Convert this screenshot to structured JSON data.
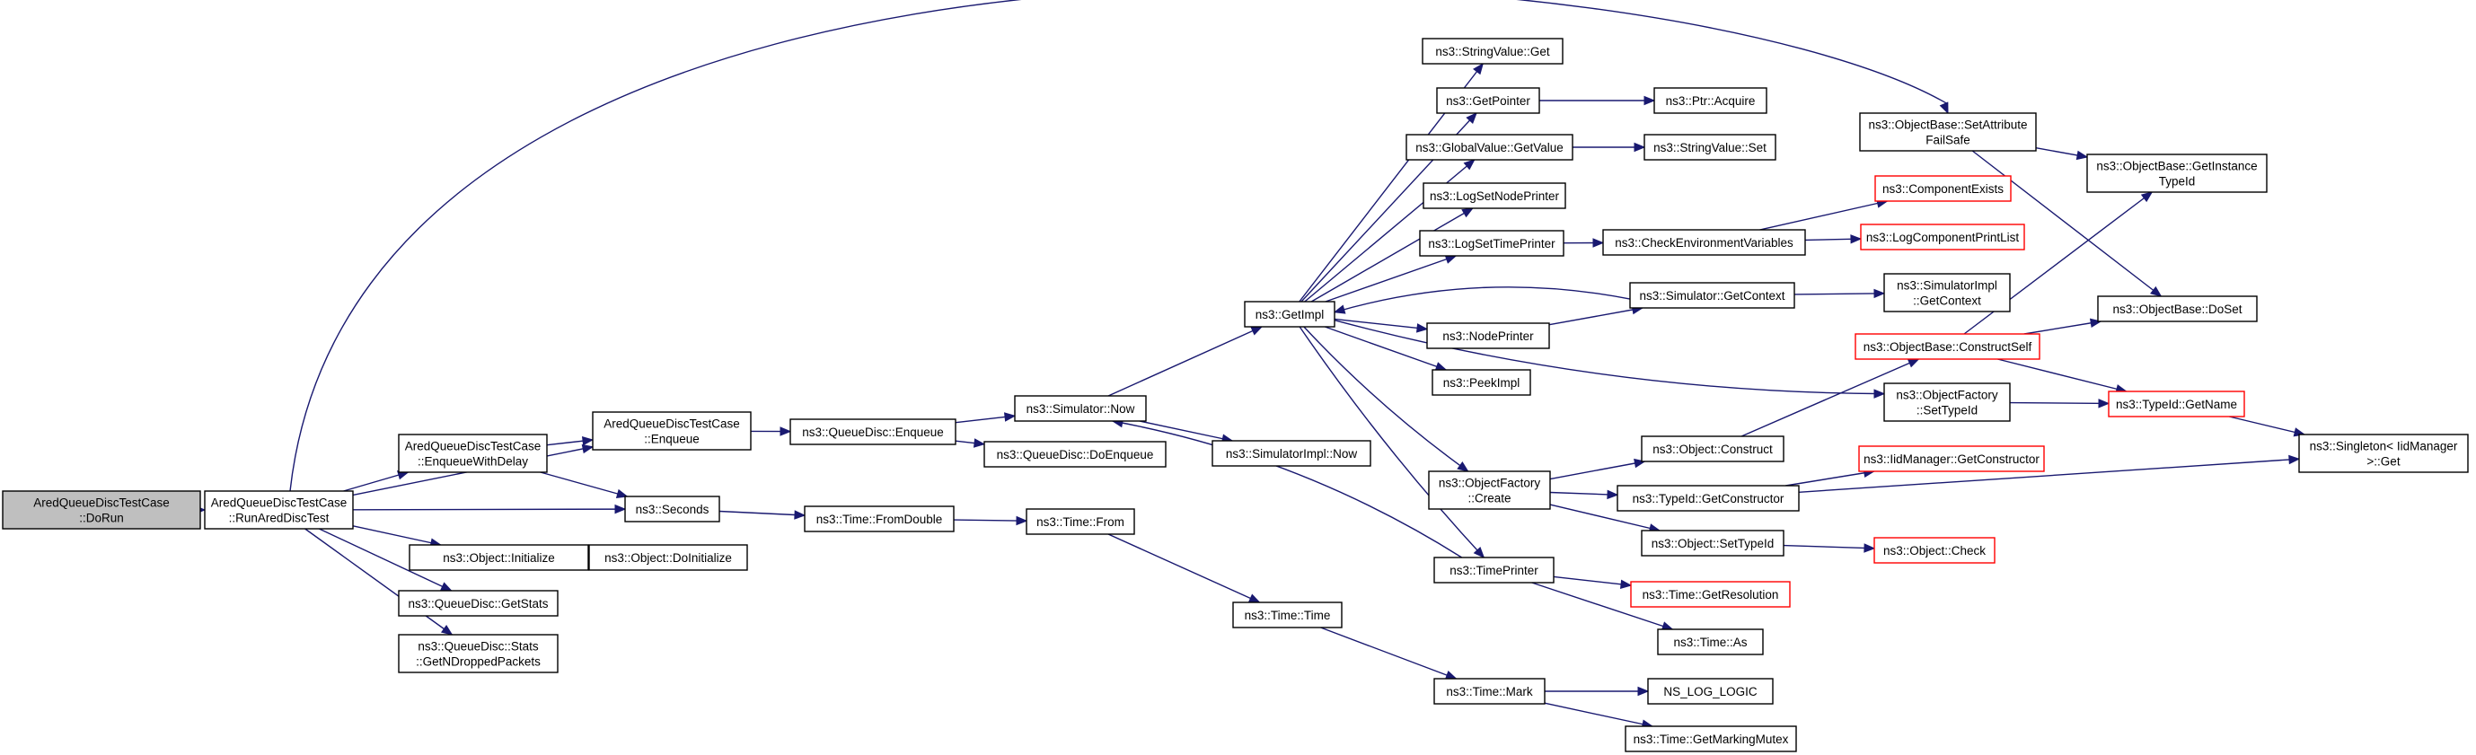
{
  "colors": {
    "edge": "#191970",
    "node_border": "#000000",
    "node_border_external": "#ff0000",
    "root_fill": "#bfbfbf",
    "node_fill": "#ffffff"
  },
  "nodes": [
    {
      "id": "n0",
      "lines": [
        "AredQueueDiscTestCase",
        "::DoRun"
      ],
      "style": "root"
    },
    {
      "id": "n1",
      "lines": [
        "AredQueueDiscTestCase",
        "::RunAredDiscTest"
      ],
      "style": "normal"
    },
    {
      "id": "n2",
      "lines": [
        "AredQueueDiscTestCase",
        "::EnqueueWithDelay"
      ],
      "style": "normal"
    },
    {
      "id": "n3",
      "lines": [
        "AredQueueDiscTestCase",
        "::Enqueue"
      ],
      "style": "normal"
    },
    {
      "id": "n4",
      "lines": [
        "ns3::Seconds"
      ],
      "style": "normal"
    },
    {
      "id": "n5",
      "lines": [
        "ns3::Object::Initialize"
      ],
      "style": "normal"
    },
    {
      "id": "n6",
      "lines": [
        "ns3::QueueDisc::GetStats"
      ],
      "style": "normal"
    },
    {
      "id": "n7",
      "lines": [
        "ns3::QueueDisc::Stats",
        "::GetNDroppedPackets"
      ],
      "style": "normal"
    },
    {
      "id": "n8",
      "lines": [
        "ns3::Object::DoInitialize"
      ],
      "style": "normal"
    },
    {
      "id": "n9",
      "lines": [
        "ns3::QueueDisc::Enqueue"
      ],
      "style": "normal"
    },
    {
      "id": "n10",
      "lines": [
        "ns3::Time::FromDouble"
      ],
      "style": "normal"
    },
    {
      "id": "n11",
      "lines": [
        "ns3::Simulator::Now"
      ],
      "style": "normal"
    },
    {
      "id": "n12",
      "lines": [
        "ns3::QueueDisc::DoEnqueue"
      ],
      "style": "normal"
    },
    {
      "id": "n13",
      "lines": [
        "ns3::Time::From"
      ],
      "style": "normal"
    },
    {
      "id": "n14",
      "lines": [
        "ns3::GetImpl"
      ],
      "style": "normal"
    },
    {
      "id": "n15",
      "lines": [
        "ns3::SimulatorImpl::Now"
      ],
      "style": "normal"
    },
    {
      "id": "n16",
      "lines": [
        "ns3::Time::Time"
      ],
      "style": "normal"
    },
    {
      "id": "n17",
      "lines": [
        "ns3::StringValue::Get"
      ],
      "style": "normal"
    },
    {
      "id": "n18",
      "lines": [
        "ns3::GetPointer"
      ],
      "style": "normal"
    },
    {
      "id": "n19",
      "lines": [
        "ns3::GlobalValue::GetValue"
      ],
      "style": "normal"
    },
    {
      "id": "n20",
      "lines": [
        "ns3::LogSetNodePrinter"
      ],
      "style": "normal"
    },
    {
      "id": "n21",
      "lines": [
        "ns3::LogSetTimePrinter"
      ],
      "style": "normal"
    },
    {
      "id": "n22",
      "lines": [
        "ns3::NodePrinter"
      ],
      "style": "normal"
    },
    {
      "id": "n23",
      "lines": [
        "ns3::PeekImpl"
      ],
      "style": "normal"
    },
    {
      "id": "n24",
      "lines": [
        "ns3::ObjectFactory",
        "::Create"
      ],
      "style": "normal"
    },
    {
      "id": "n25",
      "lines": [
        "ns3::TimePrinter"
      ],
      "style": "normal"
    },
    {
      "id": "n26",
      "lines": [
        "ns3::Time::Mark"
      ],
      "style": "normal"
    },
    {
      "id": "n27",
      "lines": [
        "ns3::Ptr::Acquire"
      ],
      "style": "normal"
    },
    {
      "id": "n28",
      "lines": [
        "ns3::StringValue::Set"
      ],
      "style": "normal"
    },
    {
      "id": "n29",
      "lines": [
        "ns3::CheckEnvironmentVariables"
      ],
      "style": "normal"
    },
    {
      "id": "n30",
      "lines": [
        "ns3::Simulator::GetContext"
      ],
      "style": "normal"
    },
    {
      "id": "n31",
      "lines": [
        "ns3::Object::Construct"
      ],
      "style": "normal"
    },
    {
      "id": "n32",
      "lines": [
        "ns3::TypeId::GetConstructor"
      ],
      "style": "normal"
    },
    {
      "id": "n33",
      "lines": [
        "ns3::Object::SetTypeId"
      ],
      "style": "normal"
    },
    {
      "id": "n34",
      "lines": [
        "ns3::Time::GetResolution"
      ],
      "style": "external"
    },
    {
      "id": "n35",
      "lines": [
        "ns3::Time::As"
      ],
      "style": "normal"
    },
    {
      "id": "n36",
      "lines": [
        "NS_LOG_LOGIC"
      ],
      "style": "normal"
    },
    {
      "id": "n37",
      "lines": [
        "ns3::Time::GetMarkingMutex"
      ],
      "style": "normal"
    },
    {
      "id": "n38",
      "lines": [
        "ns3::ObjectBase::SetAttribute",
        "FailSafe"
      ],
      "style": "normal"
    },
    {
      "id": "n39",
      "lines": [
        "ns3::ComponentExists"
      ],
      "style": "external"
    },
    {
      "id": "n40",
      "lines": [
        "ns3::LogComponentPrintList"
      ],
      "style": "external"
    },
    {
      "id": "n41",
      "lines": [
        "ns3::SimulatorImpl",
        "::GetContext"
      ],
      "style": "normal"
    },
    {
      "id": "n42",
      "lines": [
        "ns3::ObjectBase::ConstructSelf"
      ],
      "style": "external"
    },
    {
      "id": "n43",
      "lines": [
        "ns3::ObjectFactory",
        "::SetTypeId"
      ],
      "style": "normal"
    },
    {
      "id": "n44",
      "lines": [
        "ns3::IidManager::GetConstructor"
      ],
      "style": "external"
    },
    {
      "id": "n45",
      "lines": [
        "ns3::Object::Check"
      ],
      "style": "external"
    },
    {
      "id": "n46",
      "lines": [
        "ns3::ObjectBase::GetInstance",
        "TypeId"
      ],
      "style": "normal"
    },
    {
      "id": "n47",
      "lines": [
        "ns3::ObjectBase::DoSet"
      ],
      "style": "normal"
    },
    {
      "id": "n48",
      "lines": [
        "ns3::TypeId::GetName"
      ],
      "style": "external"
    },
    {
      "id": "n49",
      "lines": [
        "ns3::Singleton< IidManager",
        ">::Get"
      ],
      "style": "normal"
    }
  ],
  "edges": [
    [
      "n0",
      "n1"
    ],
    [
      "n1",
      "n2"
    ],
    [
      "n1",
      "n3"
    ],
    [
      "n1",
      "n4"
    ],
    [
      "n1",
      "n5"
    ],
    [
      "n1",
      "n6"
    ],
    [
      "n1",
      "n7"
    ],
    [
      "n1",
      "n38"
    ],
    [
      "n2",
      "n3"
    ],
    [
      "n2",
      "n4"
    ],
    [
      "n3",
      "n9"
    ],
    [
      "n4",
      "n10"
    ],
    [
      "n5",
      "n8"
    ],
    [
      "n9",
      "n11"
    ],
    [
      "n9",
      "n12"
    ],
    [
      "n10",
      "n13"
    ],
    [
      "n11",
      "n14"
    ],
    [
      "n11",
      "n15"
    ],
    [
      "n13",
      "n16"
    ],
    [
      "n16",
      "n26"
    ],
    [
      "n14",
      "n17"
    ],
    [
      "n14",
      "n18"
    ],
    [
      "n14",
      "n19"
    ],
    [
      "n14",
      "n20"
    ],
    [
      "n14",
      "n21"
    ],
    [
      "n14",
      "n22"
    ],
    [
      "n14",
      "n23"
    ],
    [
      "n14",
      "n24"
    ],
    [
      "n14",
      "n25"
    ],
    [
      "n14",
      "n43"
    ],
    [
      "n18",
      "n27"
    ],
    [
      "n19",
      "n28"
    ],
    [
      "n21",
      "n29"
    ],
    [
      "n29",
      "n39"
    ],
    [
      "n29",
      "n40"
    ],
    [
      "n22",
      "n30"
    ],
    [
      "n30",
      "n14"
    ],
    [
      "n30",
      "n41"
    ],
    [
      "n24",
      "n31"
    ],
    [
      "n24",
      "n32"
    ],
    [
      "n24",
      "n33"
    ],
    [
      "n25",
      "n11"
    ],
    [
      "n25",
      "n34"
    ],
    [
      "n25",
      "n35"
    ],
    [
      "n26",
      "n36"
    ],
    [
      "n26",
      "n37"
    ],
    [
      "n31",
      "n42"
    ],
    [
      "n32",
      "n44"
    ],
    [
      "n32",
      "n49"
    ],
    [
      "n33",
      "n45"
    ],
    [
      "n38",
      "n46"
    ],
    [
      "n38",
      "n47"
    ],
    [
      "n42",
      "n46"
    ],
    [
      "n42",
      "n47"
    ],
    [
      "n42",
      "n48"
    ],
    [
      "n43",
      "n48"
    ],
    [
      "n48",
      "n49"
    ]
  ]
}
